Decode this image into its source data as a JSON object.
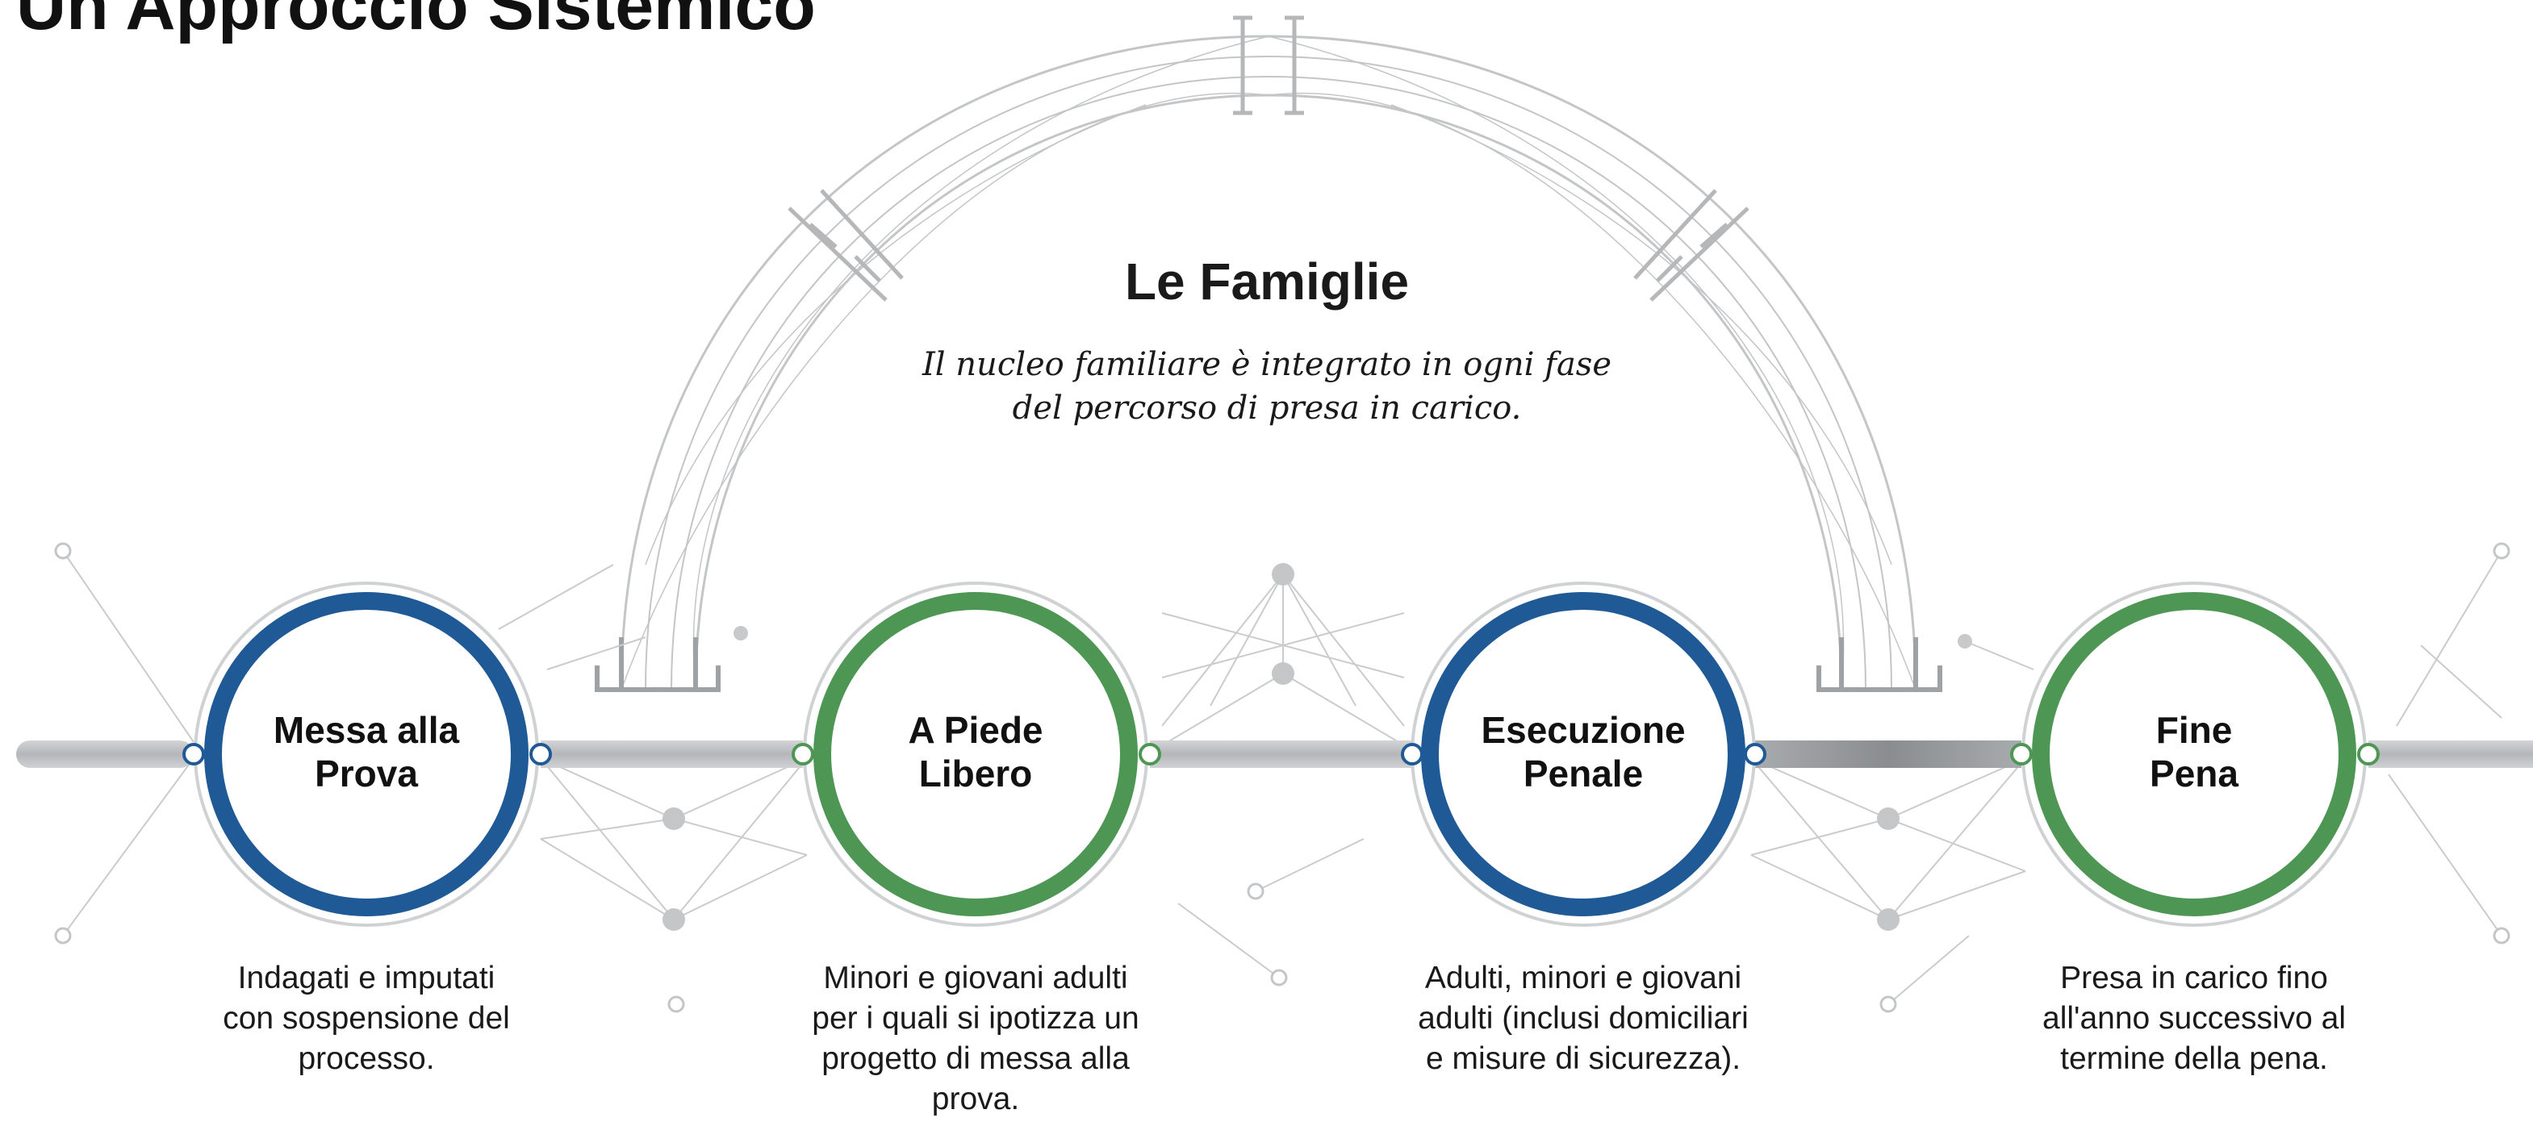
{
  "title": "Un Approccio Sistemico",
  "arch": {
    "heading": "Le Famiglie",
    "description_line1": "Il nucleo familiare è integrato in ogni fase",
    "description_line2": "del percorso di presa in carico."
  },
  "colors": {
    "blue": "#1f5a96",
    "green": "#4d9654",
    "line": "#b9bcbf",
    "text": "#111111"
  },
  "stages": [
    {
      "label_line1": "Messa alla",
      "label_line2": "Prova",
      "color": "blue",
      "desc_lines": [
        "Indagati e imputati",
        "con sospensione del",
        "processo."
      ]
    },
    {
      "label_line1": "A Piede",
      "label_line2": "Libero",
      "color": "green",
      "desc_lines": [
        "Minori e giovani adulti",
        "per i quali si ipotizza un",
        "progetto di messa alla",
        "prova."
      ]
    },
    {
      "label_line1": "Esecuzione",
      "label_line2": "Penale",
      "color": "blue",
      "desc_lines": [
        "Adulti, minori e giovani",
        "adulti (inclusi domiciliari",
        "e misure di sicurezza)."
      ]
    },
    {
      "label_line1": "Fine",
      "label_line2": "Pena",
      "color": "green",
      "desc_lines": [
        "Presa in carico fino",
        "all'anno successivo al",
        "termine della pena."
      ]
    }
  ]
}
